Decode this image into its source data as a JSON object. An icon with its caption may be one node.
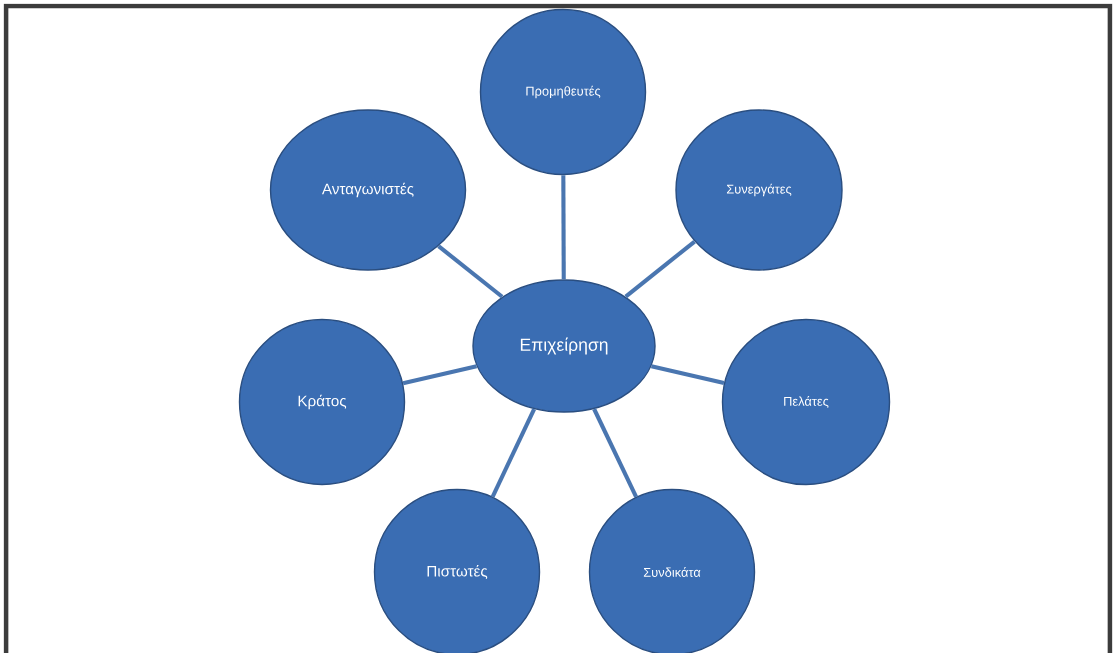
{
  "diagram": {
    "nodes": [
      {
        "text": [
          "Επιχείρηση"
        ]
      },
      {
        "text": [
          "Προμηθευτές"
        ]
      },
      {
        "text": [
          "Συνεργάτες"
        ]
      },
      {
        "text": [
          "Πελάτες"
        ]
      },
      {
        "text": [
          "Συνδικάτα"
        ]
      },
      {
        "text": [
          "Πιστωτές"
        ]
      },
      {
        "text": [
          "Κράτος"
        ]
      },
      {
        "text": [
          "Ανταγωνιστές"
        ]
      }
    ],
    "edges": [
      {
        "from": 0,
        "to": 1,
        "arrow": "none"
      },
      {
        "from": 0,
        "to": 2,
        "arrow": "none"
      },
      {
        "from": 0,
        "to": 3,
        "arrow": "none"
      },
      {
        "from": 0,
        "to": 4,
        "arrow": "none"
      },
      {
        "from": 0,
        "to": 5,
        "arrow": "none"
      },
      {
        "from": 0,
        "to": 6,
        "arrow": "none"
      },
      {
        "from": 0,
        "to": 7,
        "arrow": "none"
      }
    ]
  }
}
